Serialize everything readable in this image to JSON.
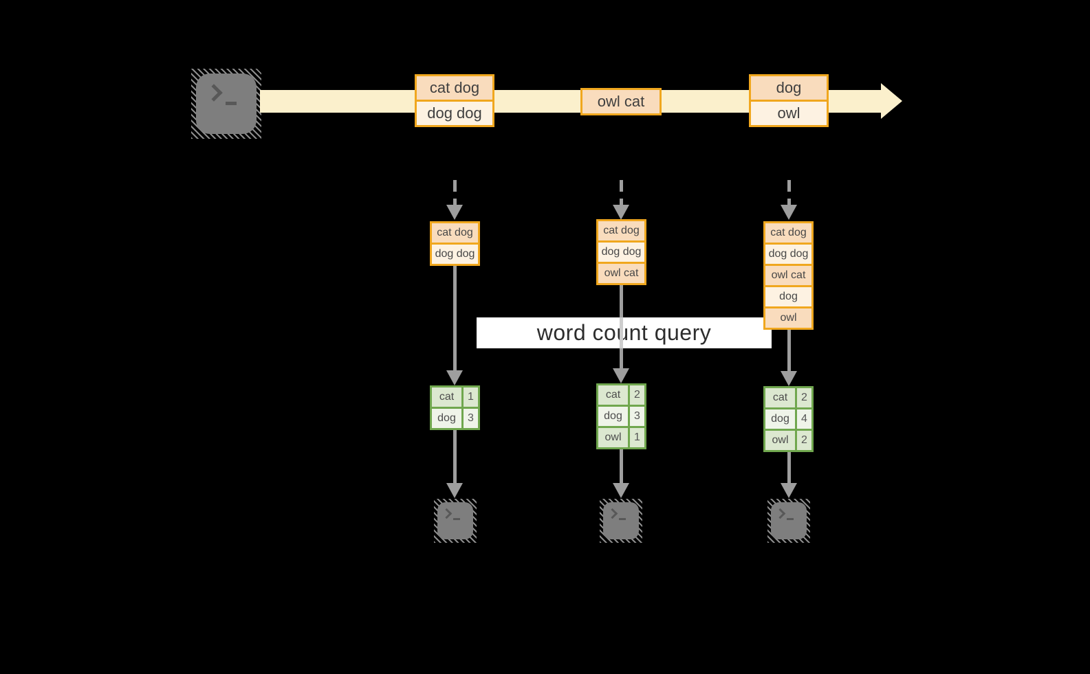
{
  "banner": {
    "label": "word count query"
  },
  "stream": {
    "records": [
      {
        "lines": [
          "cat dog",
          "dog dog"
        ]
      },
      {
        "lines": [
          "owl cat"
        ]
      },
      {
        "lines": [
          "dog",
          "owl"
        ]
      }
    ]
  },
  "columns": [
    {
      "buffer": [
        "cat dog",
        "dog dog"
      ],
      "counts": [
        {
          "word": "cat",
          "count": "1"
        },
        {
          "word": "dog",
          "count": "3"
        }
      ]
    },
    {
      "buffer": [
        "cat dog",
        "dog dog",
        "owl cat"
      ],
      "counts": [
        {
          "word": "cat",
          "count": "2"
        },
        {
          "word": "dog",
          "count": "3"
        },
        {
          "word": "owl",
          "count": "1"
        }
      ]
    },
    {
      "buffer": [
        "cat dog",
        "dog dog",
        "owl cat",
        "dog",
        "owl"
      ],
      "counts": [
        {
          "word": "cat",
          "count": "2"
        },
        {
          "word": "dog",
          "count": "4"
        },
        {
          "word": "owl",
          "count": "2"
        }
      ]
    }
  ],
  "icons": {
    "source": "terminal-icon",
    "sinks": [
      "terminal-icon",
      "terminal-icon",
      "terminal-icon"
    ]
  },
  "colors": {
    "background": "#000000",
    "stream_band": "#fbf0cc",
    "record_border": "#f0a71e",
    "record_peach": "#f9dcbd",
    "record_cream": "#fdf2e2",
    "table_border": "#70a74e",
    "table_row_dark": "#dce8d0",
    "table_row_light": "#eff4e9",
    "arrow_gray": "#9e9e9e",
    "terminal_gray": "#7e7e7e",
    "banner_bg": "#ffffff"
  }
}
